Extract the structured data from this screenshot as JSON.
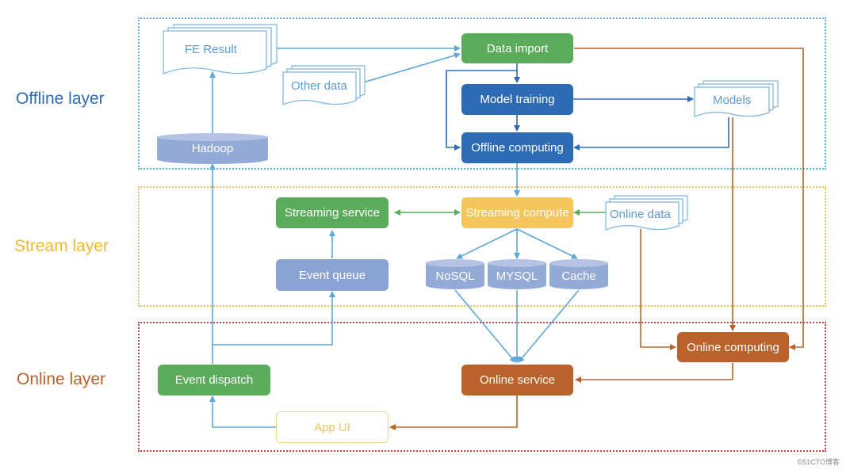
{
  "layers": {
    "offline": "Offline layer",
    "stream": "Stream layer",
    "online": "Online layer"
  },
  "nodes": {
    "fe_result": "FE Result",
    "other_data": "Other data",
    "data_import": "Data import",
    "model_training": "Model training",
    "models": "Models",
    "offline_computing": "Offline computing",
    "hadoop": "Hadoop",
    "streaming_service": "Streaming service",
    "streaming_compute": "Streaming compute",
    "online_data": "Online data",
    "event_queue": "Event queue",
    "nosql": "NoSQL",
    "mysql": "MYSQL",
    "cache": "Cache",
    "online_computing": "Online computing",
    "event_dispatch": "Event dispatch",
    "online_service": "Online service",
    "app_ui": "App UI"
  },
  "watermark": "©51CTO博客",
  "colors": {
    "offline": "#5b9bd5",
    "stream": "#f2c14e",
    "online": "#c0504d",
    "green": "#5aac5a",
    "darkblue": "#2e6bb5",
    "lightblue": "#8aa2d4",
    "yellow": "#f3c55a",
    "orange": "#b9622c",
    "arrow_blue": "#5ea6d9",
    "arrow_orange": "#b9622c",
    "arrow_green": "#5aac5a"
  }
}
